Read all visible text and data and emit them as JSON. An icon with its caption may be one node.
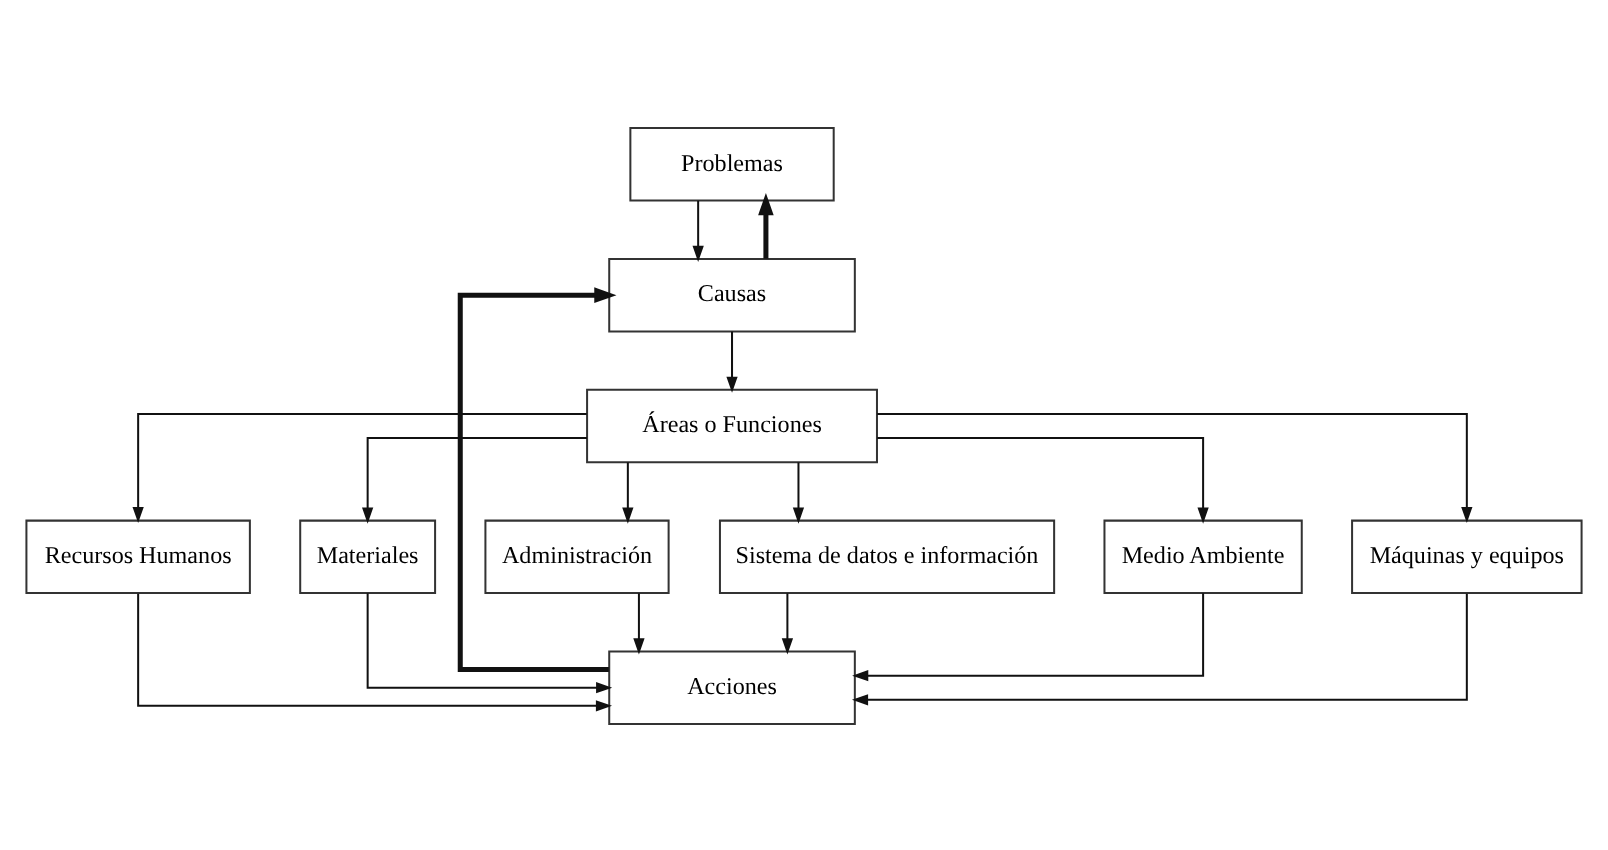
{
  "diagram": {
    "nodes": [
      {
        "text": [
          "Problemas"
        ]
      },
      {
        "text": [
          "Causas"
        ]
      },
      {
        "text": [
          "Áreas o Funciones"
        ]
      },
      {
        "text": [
          "Recursos Humanos"
        ]
      },
      {
        "text": [
          "Materiales"
        ]
      },
      {
        "text": [
          "Administración"
        ]
      },
      {
        "text": [
          "Sistema de datos e información"
        ]
      },
      {
        "text": [
          "Medio Ambiente"
        ]
      },
      {
        "text": [
          "Máquinas y equipos"
        ]
      },
      {
        "text": [
          "Acciones"
        ]
      }
    ],
    "edges": [
      {
        "from": 1,
        "to": 0,
        "arrow": "to",
        "style": "thick"
      },
      {
        "from": 0,
        "to": 1,
        "arrow": "to"
      },
      {
        "from": 1,
        "to": 2,
        "arrow": "to"
      },
      {
        "from": 2,
        "to": 3,
        "arrow": "to"
      },
      {
        "from": 2,
        "to": 4,
        "arrow": "to"
      },
      {
        "from": 2,
        "to": 5,
        "arrow": "to"
      },
      {
        "from": 2,
        "to": 6,
        "arrow": "to"
      },
      {
        "from": 2,
        "to": 7,
        "arrow": "to"
      },
      {
        "from": 2,
        "to": 8,
        "arrow": "to"
      },
      {
        "from": 3,
        "to": 9,
        "arrow": "to"
      },
      {
        "from": 4,
        "to": 9,
        "arrow": "to"
      },
      {
        "from": 5,
        "to": 9,
        "arrow": "to"
      },
      {
        "from": 6,
        "to": 9,
        "arrow": "to"
      },
      {
        "from": 7,
        "to": 9,
        "arrow": "to"
      },
      {
        "from": 8,
        "to": 9,
        "arrow": "to"
      },
      {
        "from": 9,
        "to": 1,
        "arrow": "to",
        "style": "thick"
      }
    ]
  }
}
